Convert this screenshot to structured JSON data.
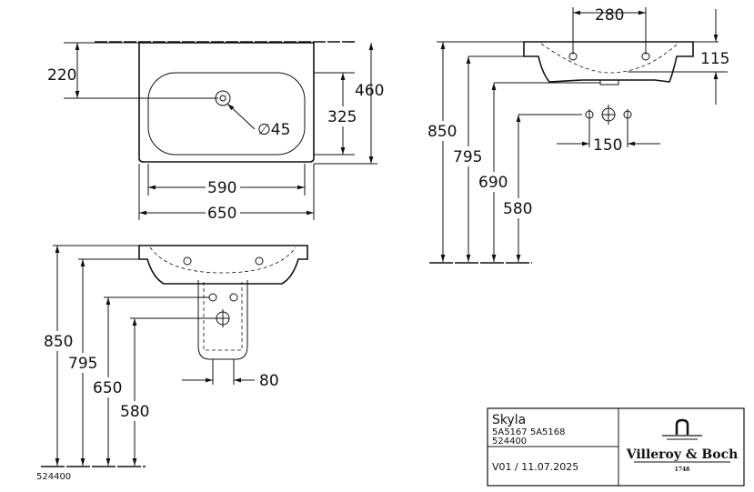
{
  "top_view": {
    "d220": "220",
    "d460": "460",
    "d325": "325",
    "d45": "∅45",
    "d590": "590",
    "d650": "650"
  },
  "side_view": {
    "d280": "280",
    "d115": "115",
    "d850": "850",
    "d795": "795",
    "d690": "690",
    "d580": "580",
    "d150": "150"
  },
  "front_view": {
    "d850": "850",
    "d795": "795",
    "d650": "650",
    "d580": "580",
    "d80": "80",
    "code": "524400"
  },
  "title_block": {
    "product": "Skyla",
    "articles": "5A5167  5A5168",
    "pedestal": "524400",
    "version": "V01 / 11.07.2025",
    "brand": "Villeroy & Boch",
    "year": "1748"
  }
}
